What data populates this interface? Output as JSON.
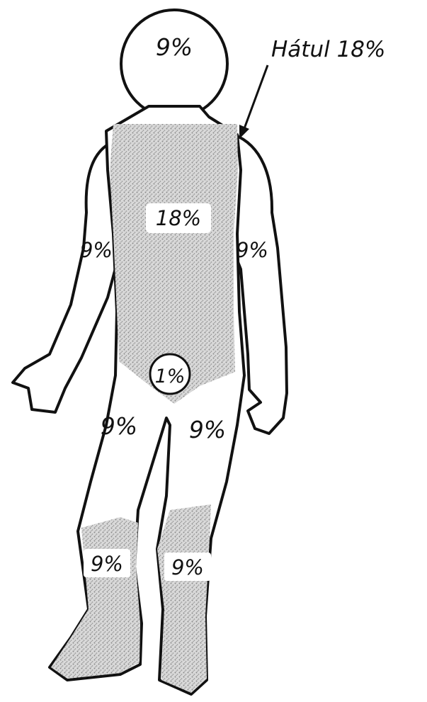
{
  "figure": {
    "back_label": "Hátul 18%",
    "head": "9%",
    "trunk_front": "18%",
    "right_arm": "9%",
    "left_arm": "9%",
    "genital": "1%",
    "right_thigh": "9%",
    "left_thigh": "9%",
    "right_lower_leg": "9%",
    "left_lower_leg": "9%"
  },
  "colors": {
    "outline": "#111111",
    "stipple": "#9a9a9a",
    "background": "#ffffff"
  }
}
